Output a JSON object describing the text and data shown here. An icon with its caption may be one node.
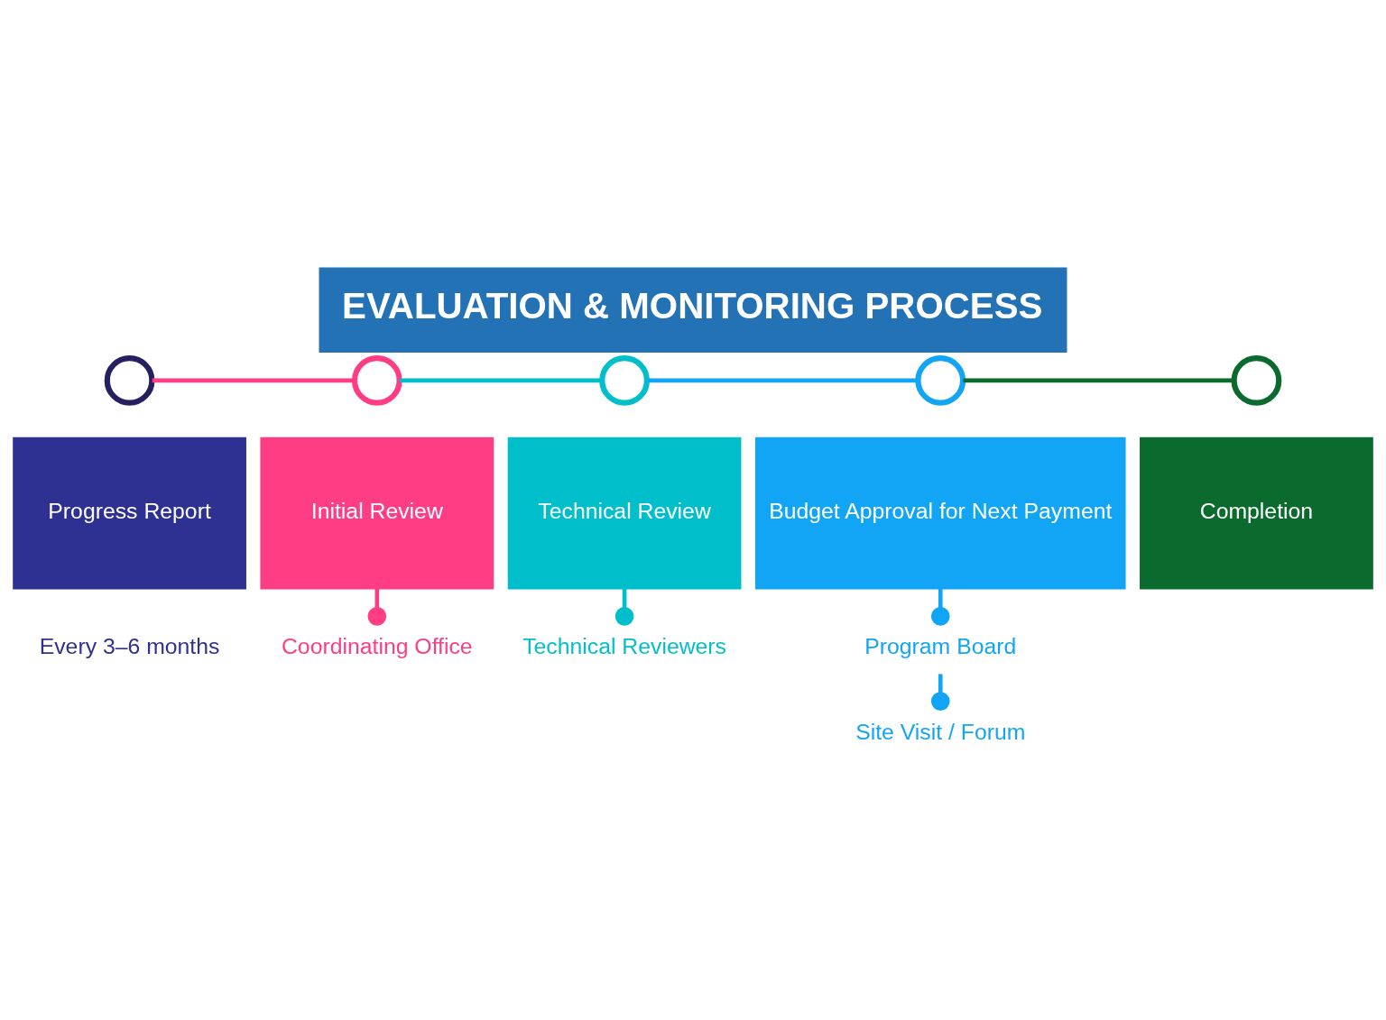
{
  "diagram": {
    "title": "EVALUATION & MONITORING PROCESS",
    "nodes": [
      {
        "text": [],
        "shape": "circle"
      },
      {
        "text": [],
        "shape": "circle"
      },
      {
        "text": [],
        "shape": "circle"
      },
      {
        "text": [],
        "shape": "circle"
      },
      {
        "text": [],
        "shape": "circle"
      },
      {
        "text": [
          "Progress Report"
        ],
        "beside": [
          "Every 3–6 months"
        ]
      },
      {
        "text": [
          "Initial Review"
        ]
      },
      {
        "text": [
          "Technical Review"
        ]
      },
      {
        "text": [
          "Budget Approval for Next Payment"
        ]
      },
      {
        "text": [
          "Completion"
        ]
      },
      {
        "text": [
          "Coordinating Office"
        ]
      },
      {
        "text": [
          "Technical Reviewers"
        ]
      },
      {
        "text": [
          "Program Board"
        ]
      },
      {
        "text": [
          "Site Visit / Forum"
        ]
      }
    ],
    "edges": [
      {
        "from": 0,
        "to": 1,
        "arrow": "none",
        "color": "#ff3d84"
      },
      {
        "from": 1,
        "to": 2,
        "arrow": "none",
        "color": "#00bfcb"
      },
      {
        "from": 2,
        "to": 3,
        "arrow": "none",
        "color": "#12a5f5"
      },
      {
        "from": 3,
        "to": 4,
        "arrow": "none",
        "color": "#0b6b2e"
      },
      {
        "from": 6,
        "to": 10,
        "arrow": "other",
        "color": "#ff3d84"
      },
      {
        "from": 7,
        "to": 11,
        "arrow": "other",
        "color": "#00bfcb"
      },
      {
        "from": 8,
        "to": 12,
        "arrow": "other",
        "color": "#12a5f5"
      },
      {
        "from": 12,
        "to": 13,
        "arrow": "other",
        "color": "#12a5f5"
      }
    ]
  }
}
